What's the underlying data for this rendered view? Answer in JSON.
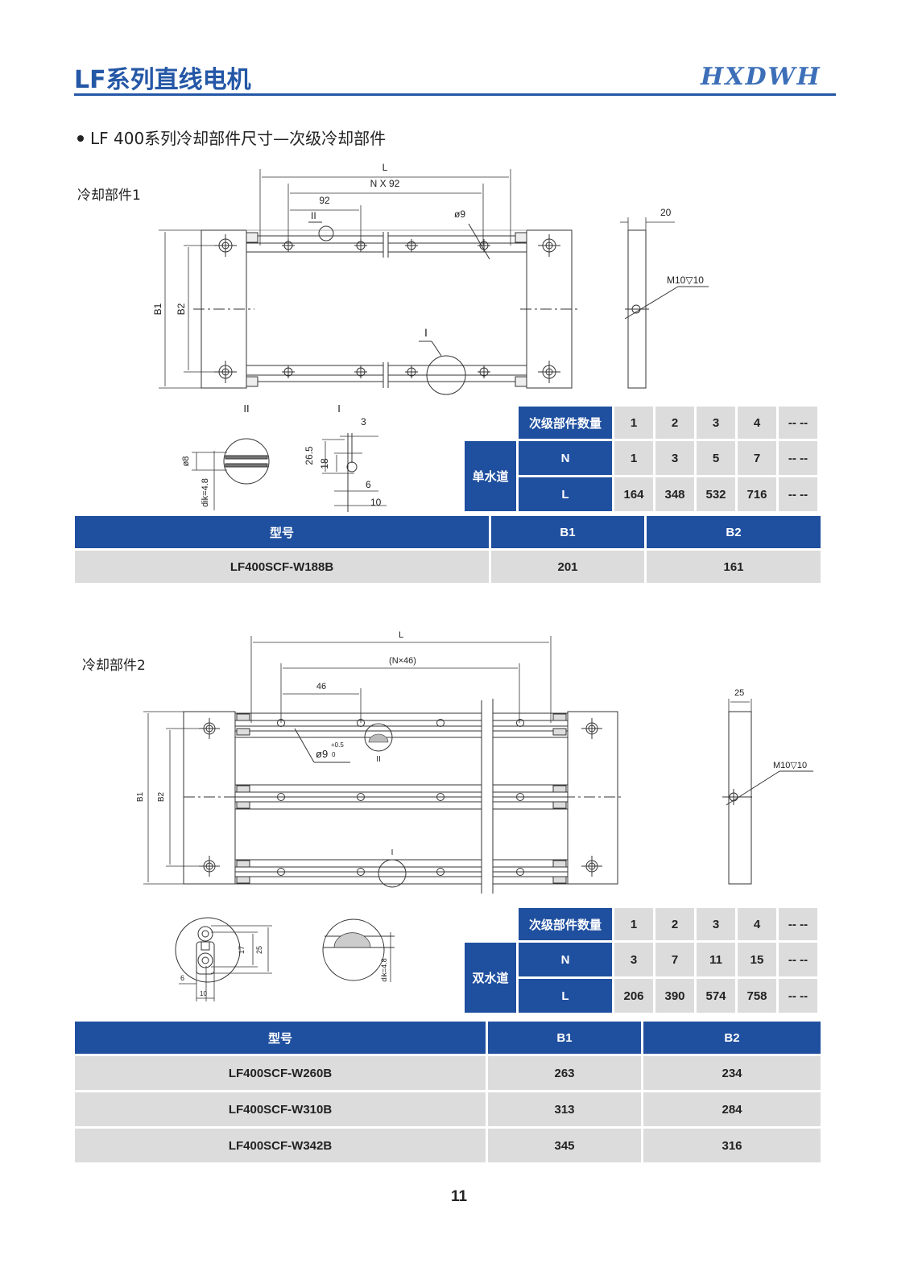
{
  "header": {
    "title": "LF系列直线电机",
    "brand": "HXDWH",
    "accent_color": "#2457a6"
  },
  "section_heading": "LF 400系列冷却部件尺寸—次级冷却部件",
  "part1": {
    "label": "冷却部件1",
    "drawing": {
      "dim_L": "L",
      "dim_NX92": "N X 92",
      "dim_92": "92",
      "dim_phi9": "ø9",
      "detail_II": "II",
      "detail_I": "I",
      "dim_B1": "B1",
      "dim_B2": "B2",
      "side_width": "20",
      "thread": "M10▽10",
      "detailII_phi8": "ø8",
      "detailII_dik": "dik=4.8",
      "detailI_3": "3",
      "detailI_26_5": "26.5",
      "detailI_18": "18",
      "detailI_6": "6",
      "detailI_10": "10"
    },
    "count_table": {
      "row_header": "单水道",
      "count_label": "次级部件数量",
      "counts": [
        "1",
        "2",
        "3",
        "4",
        "-- --"
      ],
      "n_label": "N",
      "n_values": [
        "1",
        "3",
        "5",
        "7",
        "-- --"
      ],
      "l_label": "L",
      "l_values": [
        "164",
        "348",
        "532",
        "716",
        "-- --"
      ]
    },
    "model_table": {
      "headers": [
        "型号",
        "B1",
        "B2"
      ],
      "rows": [
        [
          "LF400SCF-W188B",
          "201",
          "161"
        ]
      ]
    }
  },
  "part2": {
    "label": "冷却部件2",
    "drawing": {
      "dim_L": "L",
      "dim_Nx46": "(N×46)",
      "dim_46": "46",
      "dim_phi9": "ø9",
      "tol_upper": "+0.5",
      "tol_lower": "0",
      "detail_II": "II",
      "detail_I": "I",
      "dim_B1": "B1",
      "dim_B2": "B2",
      "side_width": "25",
      "thread": "M10▽10",
      "detailI_17": "17",
      "detailI_25": "25",
      "detailI_6": "6",
      "detailI_10": "10",
      "detailII_dik": "dik=4.8"
    },
    "count_table": {
      "row_header": "双水道",
      "count_label": "次级部件数量",
      "counts": [
        "1",
        "2",
        "3",
        "4",
        "-- --"
      ],
      "n_label": "N",
      "n_values": [
        "3",
        "7",
        "11",
        "15",
        "-- --"
      ],
      "l_label": "L",
      "l_values": [
        "206",
        "390",
        "574",
        "758",
        "-- --"
      ]
    },
    "model_table": {
      "headers": [
        "型号",
        "B1",
        "B2"
      ],
      "rows": [
        [
          "LF400SCF-W260B",
          "263",
          "234"
        ],
        [
          "LF400SCF-W310B",
          "313",
          "284"
        ],
        [
          "LF400SCF-W342B",
          "345",
          "316"
        ]
      ]
    }
  },
  "page_number": "11"
}
